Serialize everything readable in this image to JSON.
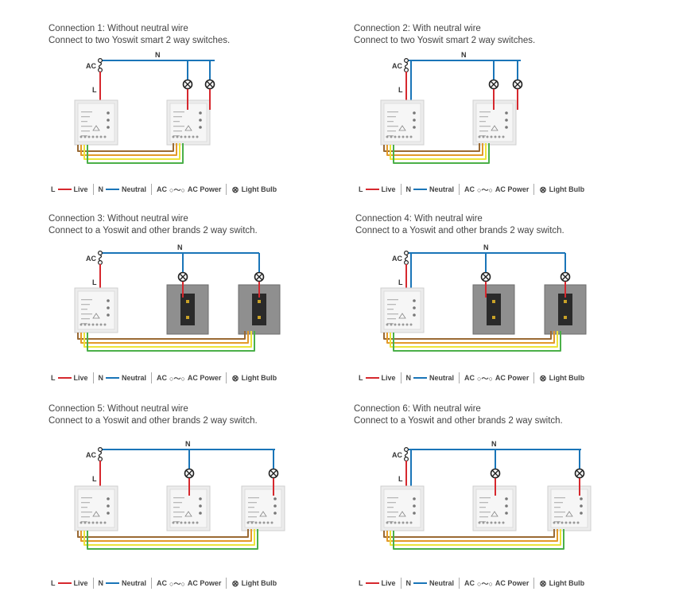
{
  "colors": {
    "live": "#d6282e",
    "neutral": "#1a75b8",
    "brown": "#9a6a34",
    "orange": "#e39a2a",
    "yellow": "#ece43a",
    "green": "#4bb049",
    "switch_white": "#ececec",
    "switch_gray": "#8f8f8f"
  },
  "icons": {
    "bulb": "light-bulb-icon",
    "ac": "ac-power-icon"
  },
  "labels": {
    "N": "N",
    "L": "L",
    "AC": "AC"
  },
  "legend": {
    "live_key": "L",
    "live_text": "Live",
    "neutral_key": "N",
    "neutral_text": "Neutral",
    "ac_key": "AC",
    "ac_symbol": "○〜○",
    "ac_text": "AC Power",
    "bulb_symbol": "⊗",
    "bulb_text": "Light Bulb"
  },
  "connections": [
    {
      "id": 1,
      "title": "Connection 1: Without neutral wire",
      "subtitle": "Connect to two Yoswit smart 2 way switches."
    },
    {
      "id": 2,
      "title": "Connection 2: With neutral wire",
      "subtitle": "Connect to two Yoswit smart 2 way switches."
    },
    {
      "id": 3,
      "title": "Connection 3: Without neutral wire",
      "subtitle": "Connect to a Yoswit and other brands 2 way switch."
    },
    {
      "id": 4,
      "title": "Connection 4: With neutral wire",
      "subtitle": "Connect to a Yoswit and other brands 2 way switch."
    },
    {
      "id": 5,
      "title": "Connection 5: Without neutral wire",
      "subtitle": "Connect to a Yoswit and other brands 2 way switch."
    },
    {
      "id": 6,
      "title": "Connection 6: With neutral wire",
      "subtitle": "Connect to a Yoswit and other brands 2 way switch."
    }
  ]
}
